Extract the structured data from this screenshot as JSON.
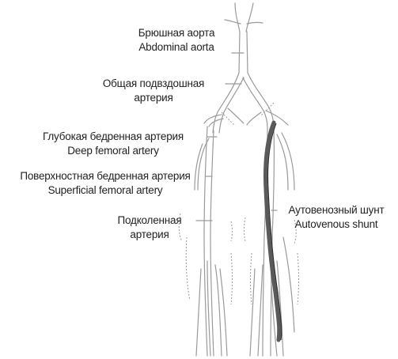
{
  "labels": {
    "abdominal_aorta": {
      "ru": "Брюшная аорта",
      "en": "Abdominal aorta"
    },
    "common_iliac": {
      "line1": "Общая подвздошная",
      "line2": "артерия"
    },
    "deep_femoral": {
      "ru": "Глубокая бедренная артерия",
      "en": "Deep femoral artery"
    },
    "superficial_femoral": {
      "ru": "Поверхностная бедренная артерия",
      "en": "Superficial femoral artery"
    },
    "popliteal": {
      "line1": "Подколенная",
      "line2": "артерия"
    },
    "autovenous_shunt": {
      "ru": "Аутовенозный шунт",
      "en": "Autovenous shunt"
    }
  },
  "colors": {
    "vessel_outline": "#9a9a9a",
    "vessel_fill": "#f4f4f4",
    "shunt": "#5a5a5a",
    "text": "#222222"
  }
}
